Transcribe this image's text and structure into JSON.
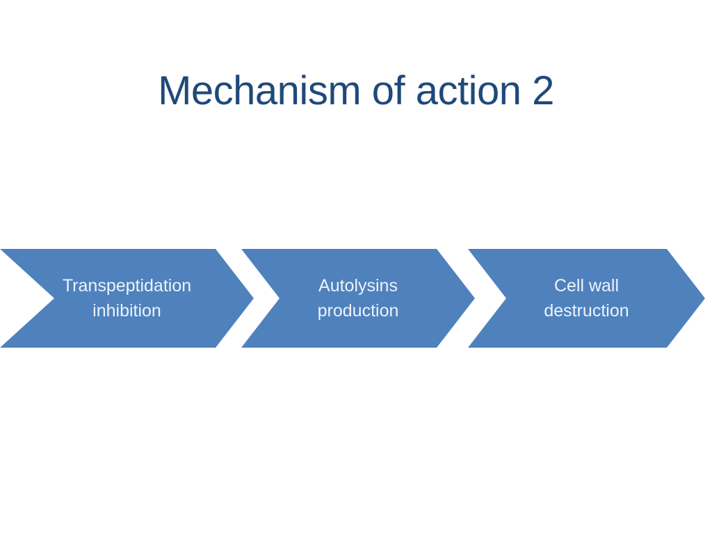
{
  "slide": {
    "title": "Mechanism of action 2",
    "title_color": "#1F4979",
    "background_color": "#FFFFFF"
  },
  "process_diagram": {
    "type": "chevron-process",
    "direction": "left-to-right",
    "arrow_fill_color": "#4F81BD",
    "arrow_text_color": "#ECF3FA",
    "steps": [
      {
        "label": "Transpeptidation\ninhibition"
      },
      {
        "label": "Autolysins\nproduction"
      },
      {
        "label": "Cell wall\ndestruction"
      }
    ]
  }
}
